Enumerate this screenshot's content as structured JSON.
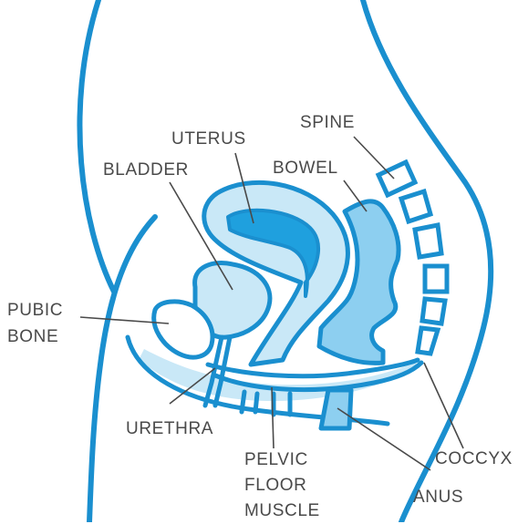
{
  "labels": {
    "spine": "SPINE",
    "uterus": "UTERUS",
    "bowel": "BOWEL",
    "bladder": "BLADDER",
    "pubic_bone_1": "PUBIC",
    "pubic_bone_2": "BONE",
    "urethra": "URETHRA",
    "coccyx": "COCCYX",
    "pelvic_1": "PELVIC",
    "pelvic_2": "FLOOR",
    "pelvic_3": "MUSCLE",
    "anus": "ANUS"
  },
  "colors": {
    "outline": "#1a8fcf",
    "fill_light": "#c9e8f7",
    "fill_mid": "#8dcff0",
    "fill_dark": "#1fa0de",
    "text": "#4a4a4a",
    "leader": "#4a4a4a"
  }
}
